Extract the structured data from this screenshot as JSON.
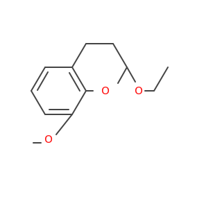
{
  "molecule": {
    "atoms": {
      "ring_oxygen": "O",
      "ethoxy_oxygen": "O",
      "methoxy_oxygen": "O"
    },
    "colors": {
      "bond": "#454545",
      "oxygen": "#ff0d0d",
      "background": "#ffffff"
    }
  }
}
